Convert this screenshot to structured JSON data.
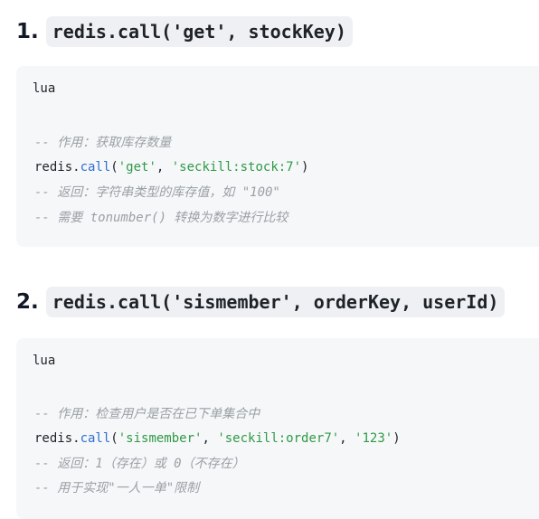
{
  "sections": [
    {
      "number": "1.",
      "title": "redis.call('get', stockKey)",
      "lang": "lua",
      "comment1": "-- 作用：获取库存数量",
      "code": {
        "obj": "redis.",
        "fn": "call",
        "open": "(",
        "arg1": "'get'",
        "sep1": ", ",
        "arg2": "'seckill:stock:7'",
        "close": ")"
      },
      "comment2": "-- 返回：字符串类型的库存值，如 \"100\"",
      "comment3": "-- 需要 tonumber() 转换为数字进行比较"
    },
    {
      "number": "2.",
      "title": "redis.call('sismember', orderKey, userId)",
      "lang": "lua",
      "comment1": "-- 作用：检查用户是否在已下单集合中",
      "code": {
        "obj": "redis.",
        "fn": "call",
        "open": "(",
        "arg1": "'sismember'",
        "sep1": ", ",
        "arg2": "'seckill:order7'",
        "sep2": ", ",
        "arg3": "'123'",
        "close": ")"
      },
      "comment2": "-- 返回：1（存在）或 0（不存在）",
      "comment3": "-- 用于实现\"一人一单\"限制"
    }
  ]
}
